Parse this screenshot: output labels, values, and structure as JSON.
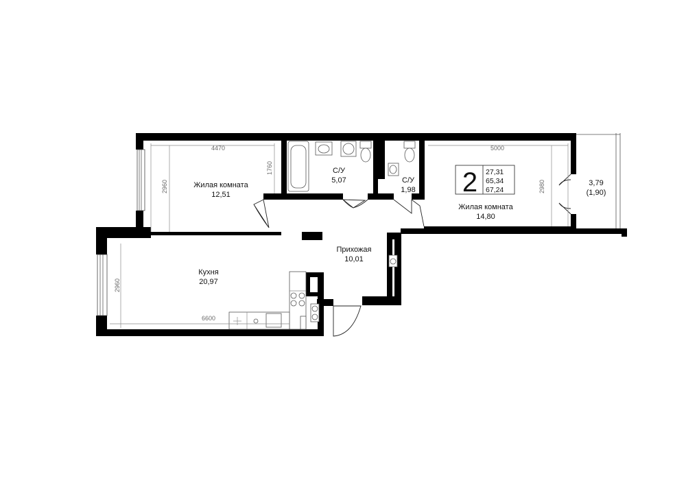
{
  "rooms": [
    {
      "name": "Жилая комната",
      "area": "12,51"
    },
    {
      "name": "С/У",
      "area": "5,07"
    },
    {
      "name": "С/У",
      "area": "1,98"
    },
    {
      "name": "Жилая комната",
      "area": "14,80"
    },
    {
      "name": "Прихожая",
      "area": "10,01"
    },
    {
      "name": "Кухня",
      "area": "20,97"
    }
  ],
  "balcony": {
    "area": "3,79",
    "reduced_area": "(1,90)"
  },
  "legend": {
    "rooms_count": "2",
    "living_area": "27,31",
    "total_area": "65,34",
    "total_with_balcony": "67,24"
  },
  "dimensions": {
    "room1_width": "4470",
    "room1_height": "2960",
    "bath_height": "1760",
    "room2_width": "5000",
    "room2_height": "2980",
    "kitchen_height": "2960",
    "kitchen_width": "6600"
  }
}
